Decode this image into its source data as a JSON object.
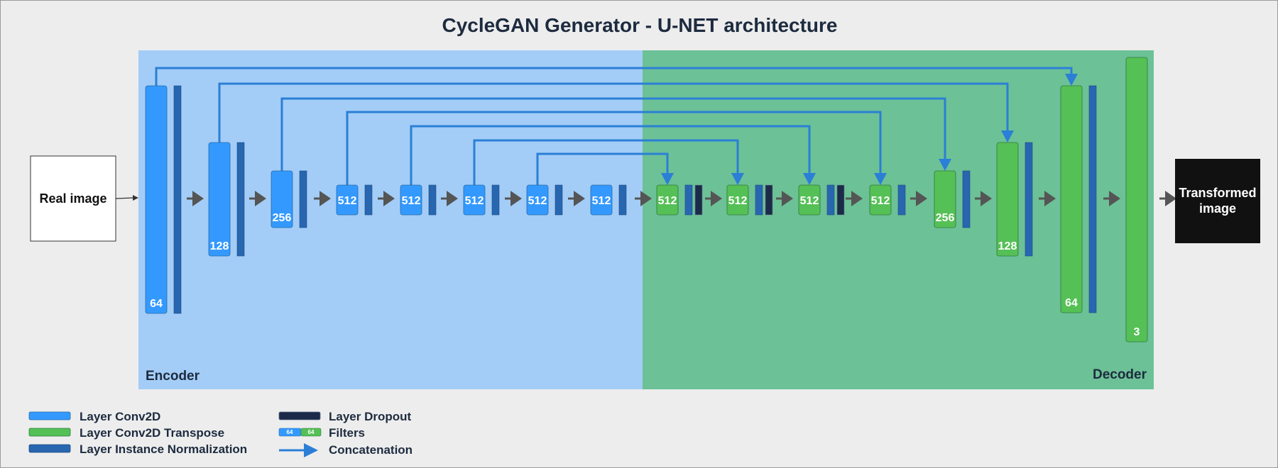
{
  "title": "CycleGAN Generator - U-NET architecture",
  "regions": {
    "encoder": "Encoder",
    "decoder": "Decoder"
  },
  "input_label": "Real image",
  "output_label": [
    "Transformed",
    "image"
  ],
  "encoder_filters": [
    "64",
    "128",
    "256",
    "512",
    "512",
    "512",
    "512",
    "512"
  ],
  "decoder_filters": [
    "512",
    "512",
    "512",
    "512",
    "256",
    "128",
    "64",
    "3"
  ],
  "colors": {
    "conv2d": "#3399ff",
    "conv2d_transpose": "#55c055",
    "instance_norm": "#2866b0",
    "dropout": "#1b2a48",
    "concat_arrow": "#2b7fd6",
    "encoder_bg": "#a3cdf7",
    "decoder_bg": "#6cc196"
  },
  "legend": {
    "conv2d": "Layer Conv2D",
    "conv2d_transpose": "Layer Conv2D Transpose",
    "instance_norm": "Layer Instance Normalization",
    "dropout": "Layer Dropout",
    "filters": "Filters",
    "filters_sample": [
      "64",
      "64"
    ],
    "concatenation": "Concatenation"
  }
}
